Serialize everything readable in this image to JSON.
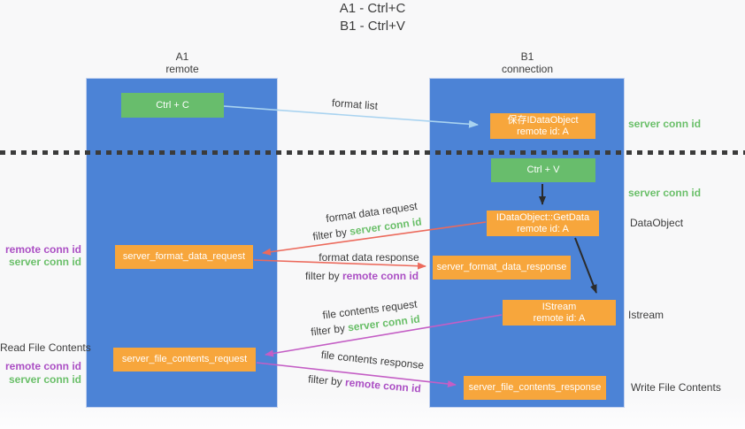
{
  "title": {
    "line1": "A1 - Ctrl+C",
    "line2": "B1 - Ctrl+V"
  },
  "columns": {
    "left": {
      "name": "A1",
      "subtitle": "remote"
    },
    "right": {
      "name": "B1",
      "subtitle": "connection"
    }
  },
  "nodes": {
    "ctrl_c": {
      "label": "Ctrl + C"
    },
    "save_idataobject": {
      "line1": "保存IDataObject",
      "line2": "remote id: A"
    },
    "ctrl_v": {
      "label": "Ctrl + V"
    },
    "getdata": {
      "line1": "IDataObject::GetData",
      "line2": "remote id: A"
    },
    "istream": {
      "line1": "IStream",
      "line2": "remote id: A"
    },
    "format_request": {
      "label": "server_format_data_request"
    },
    "format_response": {
      "label": "server_format_data_response"
    },
    "file_request": {
      "label": "server_file_contents_request"
    },
    "file_response": {
      "label": "server_file_contents_response"
    }
  },
  "flow_labels": {
    "format_list": "format list",
    "format_data_request": "format data request",
    "format_data_response": "format data response",
    "file_contents_request": "file contents request",
    "file_contents_response": "file contents response",
    "filter_by": "filter by",
    "server_conn_id": "server conn id",
    "remote_conn_id": "remote conn id"
  },
  "side_labels": {
    "server_conn_id": "server conn id",
    "remote_conn_id": "remote conn id",
    "dataobject": "DataObject",
    "istream": "Istream",
    "read_file_contents": "Read File Contents",
    "write_file_contents": "Write File Contents"
  },
  "colors": {
    "column_blue": "#4c83d6",
    "box_green": "#68bd6c",
    "box_orange": "#f7a63c",
    "conn_id_green": "#6abf69",
    "conn_id_purple": "#ab4fc4",
    "arrow_red": "#ec6a5c",
    "arrow_magenta": "#c45ec5",
    "arrow_light_blue": "#a9d3f0",
    "arrow_black": "#2b2b2b",
    "text_dark": "#3d3d3d",
    "background": "#f8f8f9"
  }
}
